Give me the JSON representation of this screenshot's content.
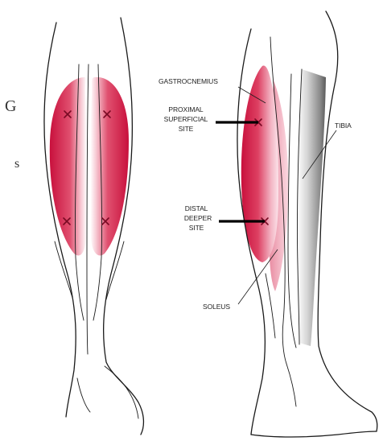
{
  "side_text": {
    "letter_top": "G",
    "letter_bottom": "s"
  },
  "labels": {
    "gastrocnemius": "GASTROCNEMIUS",
    "proximal_line1": "PROXIMAL",
    "proximal_line2": "SUPERFICIAL",
    "proximal_line3": "SITE",
    "distal_line1": "DISTAL",
    "distal_line2": "DEEPER",
    "distal_line3": "SITE",
    "tibia": "TIBIA",
    "soleus": "SOLEUS"
  },
  "markers": {
    "symbol": "x",
    "posterior_view_count": 4,
    "lateral_view_count": 2
  },
  "colors": {
    "muscle": "#c8103c",
    "muscle_highlight": "#f7c9d3",
    "marker": "#7a0a24",
    "tibia_shadow": "#6e6e6e",
    "outline": "#1a1a1a"
  }
}
